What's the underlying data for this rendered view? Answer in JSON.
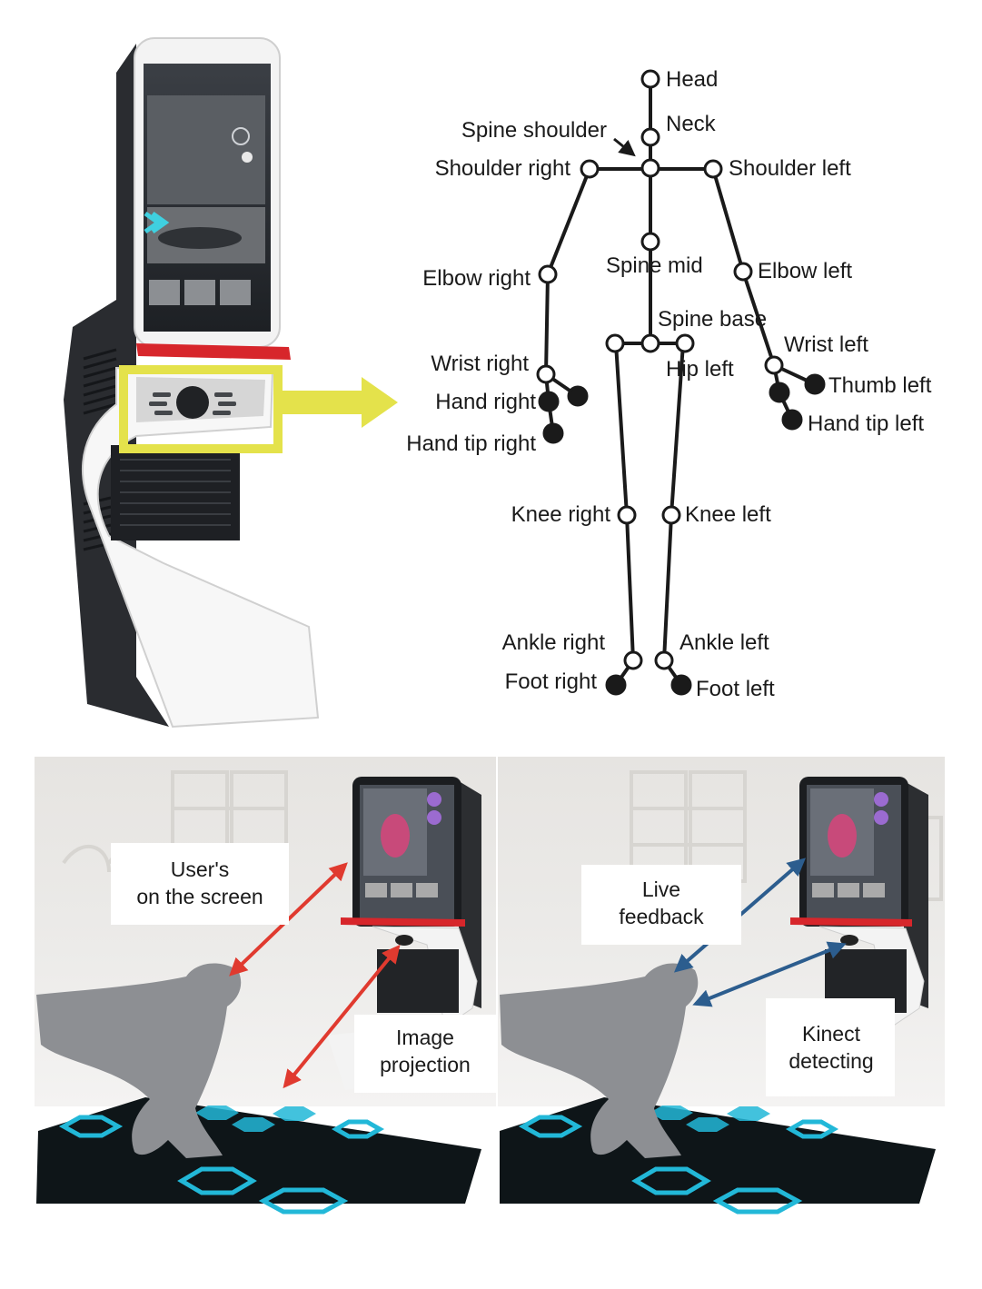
{
  "skeleton": {
    "joints": {
      "head": "Head",
      "neck": "Neck",
      "spine_shoulder": "Spine shoulder",
      "shoulder_right": "Shoulder right",
      "shoulder_left": "Shoulder left",
      "elbow_right": "Elbow right",
      "spine_mid": "Spine mid",
      "elbow_left": "Elbow left",
      "spine_base": "Spine base",
      "wrist_right": "Wrist right",
      "wrist_left": "Wrist left",
      "hip_left": "Hip left",
      "hand_right": "Hand right",
      "thumb_left": "Thumb left",
      "hand_tip_right": "Hand tip right",
      "hand_tip_left": "Hand tip left",
      "knee_right": "Knee right",
      "knee_left": "Knee left",
      "ankle_right": "Ankle right",
      "ankle_left": "Ankle left",
      "foot_right": "Foot right",
      "foot_left": "Foot left"
    }
  },
  "scene_left": {
    "callout_user_line1": "User's",
    "callout_user_line2": "on the screen",
    "callout_image_line1": "Image",
    "callout_image_line2": "projection"
  },
  "scene_right": {
    "callout_live_line1": "Live",
    "callout_live_line2": "feedback",
    "callout_kinect_line1": "Kinect",
    "callout_kinect_line2": "detecting"
  },
  "colors": {
    "highlight_yellow": "#e4e24b",
    "kiosk_red": "#d7262b",
    "arrow_red": "#e03a2f",
    "arrow_blue": "#2c5d8e",
    "floor_cyan": "#22b8d8",
    "silhouette_gray": "#8d8f93"
  }
}
